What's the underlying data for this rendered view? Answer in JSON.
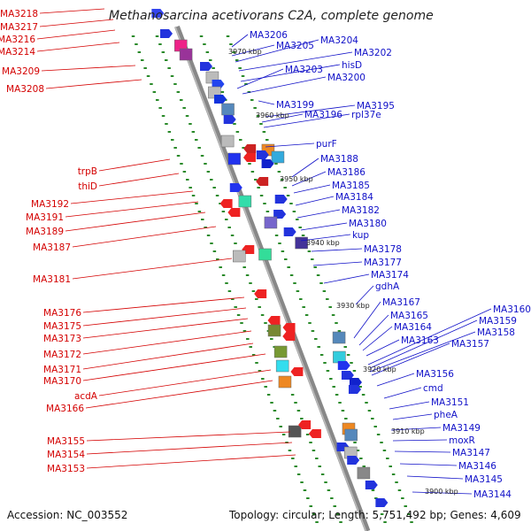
{
  "title": "Methanosarcina acetivorans C2A, complete genome",
  "footer": {
    "accession": "Accession: NC_003552",
    "topology": "Topology: circular; Length: 5,751,492 bp; Genes: 4,609"
  },
  "colors": {
    "backbone": "#888888",
    "left_label": "#d40000",
    "right_label": "#1010c8",
    "track_dots": "#2a8a2a"
  },
  "kbp_ticks": [
    "3970 kbp",
    "3960 kbp",
    "3950 kbp",
    "3940 kbp",
    "3930 kbp",
    "3920 kbp",
    "3910 kbp",
    "3900 kbp"
  ],
  "left_labels": [
    "MA3218",
    "MA3217",
    "MA3216",
    "MA3214",
    "MA3209",
    "MA3208",
    "trpB",
    "thiD",
    "MA3192",
    "MA3191",
    "MA3189",
    "MA3187",
    "MA3181",
    "MA3176",
    "MA3175",
    "MA3173",
    "MA3172",
    "MA3171",
    "MA3170",
    "acdA",
    "MA3166",
    "MA3155",
    "MA3154",
    "MA3153"
  ],
  "right_labels": [
    "MA3206",
    "MA3205",
    "MA3204",
    "MA3202",
    "hisD",
    "MA3203",
    "MA3200",
    "MA3199",
    "MA3195",
    "MA3196",
    "rpl37e",
    "purF",
    "MA3188",
    "MA3186",
    "MA3185",
    "MA3184",
    "MA3182",
    "MA3180",
    "kup",
    "MA3178",
    "MA3177",
    "MA3174",
    "gdhA",
    "MA3167",
    "MA3160",
    "MA3165",
    "MA3159",
    "MA3164",
    "MA3158",
    "MA3163",
    "MA3157",
    "MA3156",
    "cmd",
    "MA3151",
    "pheA",
    "MA3149",
    "moxR",
    "MA3147",
    "MA3146",
    "MA3145",
    "MA3144"
  ]
}
